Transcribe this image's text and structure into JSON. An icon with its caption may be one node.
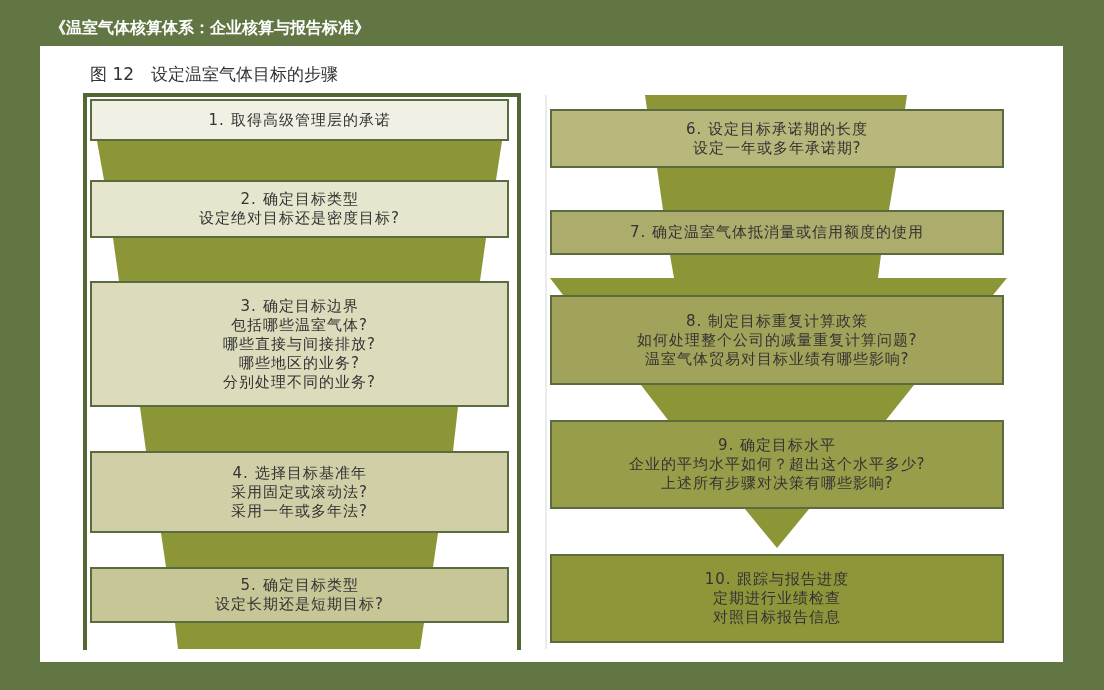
{
  "diagram": {
    "title": "图 12　设定温室气体目标的步骤",
    "labels": [
      "《温室气体核算体系：企业核算与报告标准》"
    ],
    "nodes": [
      {
        "text": [],
        "shape": "box"
      },
      {
        "text": [
          "1. 取得高级管理层的承诺"
        ],
        "in": 0
      },
      {
        "text": [
          "2. 确定目标类型",
          "设定绝对目标还是密度目标?"
        ],
        "in": 0
      },
      {
        "text": [
          "3. 确定目标边界",
          "包括哪些温室气体?",
          "哪些直接与间接排放?",
          "哪些地区的业务?",
          "分别处理不同的业务?"
        ],
        "in": 0
      },
      {
        "text": [
          "4. 选择目标基准年",
          "采用固定或滚动法?",
          "采用一年或多年法?"
        ],
        "in": 0
      },
      {
        "text": [
          "5. 确定目标类型",
          "设定长期还是短期目标?"
        ],
        "in": 0
      },
      {
        "text": [
          "6. 设定目标承诺期的长度",
          "设定一年或多年承诺期?"
        ]
      },
      {
        "text": [
          "7. 确定温室气体抵消量或信用额度的使用"
        ]
      },
      {
        "text": [
          "8. 制定目标重复计算政策",
          "如何处理整个公司的减量重复计算问题?",
          "温室气体贸易对目标业绩有哪些影响?"
        ]
      },
      {
        "text": [
          "9. 确定目标水平",
          "企业的平均水平如何？超出这个水平多少?",
          "上述所有步骤对决策有哪些影响?"
        ]
      },
      {
        "text": [
          "10. 跟踪与报告进度",
          "定期进行业绩检查",
          "对照目标报告信息"
        ]
      }
    ],
    "edges": [
      {
        "from": 1,
        "to": 2,
        "arrow": "none"
      },
      {
        "from": 2,
        "to": 3,
        "arrow": "none"
      },
      {
        "from": 3,
        "to": 4,
        "arrow": "none"
      },
      {
        "from": 4,
        "to": 5,
        "arrow": "none"
      },
      {
        "from": 5,
        "to": null,
        "arrow": "none"
      },
      {
        "from": null,
        "to": 6,
        "arrow": "none"
      },
      {
        "from": 6,
        "to": 7,
        "arrow": "none"
      },
      {
        "from": 7,
        "to": 8,
        "arrow": "none"
      },
      {
        "from": 8,
        "to": 9,
        "arrow": "none"
      },
      {
        "from": 9,
        "to": 10,
        "arrow": "to"
      }
    ]
  }
}
